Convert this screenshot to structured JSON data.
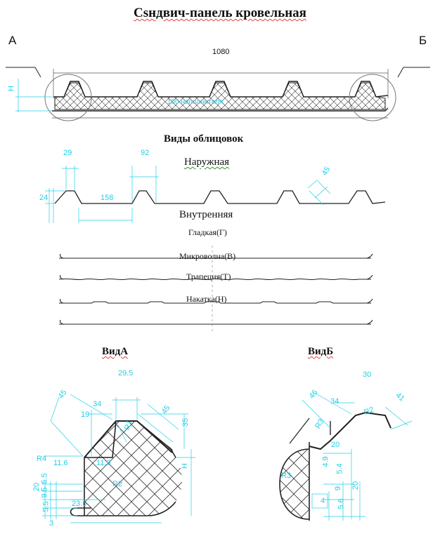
{
  "title": "Сsндвич-панель кровельная",
  "labels": {
    "a": "А",
    "b": "Б",
    "width": "1080",
    "core": "100 наполнителя",
    "h": "H"
  },
  "facings": {
    "heading": "Виды облицовок",
    "outer": "Наружная",
    "inner": "Внутренняя",
    "types": [
      "Гладкая(Г)",
      "Микроволна(В)",
      "Трапеция(Т)",
      "Накатка(Н)"
    ]
  },
  "outer_dims": {
    "d29": "29",
    "d92": "92",
    "d24": "24",
    "d158": "158",
    "d45": "45"
  },
  "view_a": {
    "title": "ВидА",
    "dims": {
      "d29_5": "29.5",
      "d45a": "45",
      "d45b": "45",
      "d34": "34",
      "d19": "19",
      "d35": "35",
      "d11_6": "11.6",
      "d11_9": "11.9",
      "r4": "R4",
      "r2": "R2",
      "h": "H",
      "d20": "20",
      "d5_5a": "5.5",
      "d9_5": "9.5",
      "d5_5b": "5.5",
      "d23_6": "23.6",
      "d3": "3",
      "r1": "R1"
    }
  },
  "view_b": {
    "title": "ВидБ",
    "dims": {
      "d30": "30",
      "d46": "46",
      "d34": "34",
      "d41": "41",
      "r3": "R3",
      "r2": "R2",
      "d20a": "20",
      "d4_9": "4.9",
      "d5_4": "5.4",
      "r3b": "R3",
      "d9": "9",
      "d20b": "20",
      "d5_6": "5.6",
      "d4": "4"
    }
  }
}
